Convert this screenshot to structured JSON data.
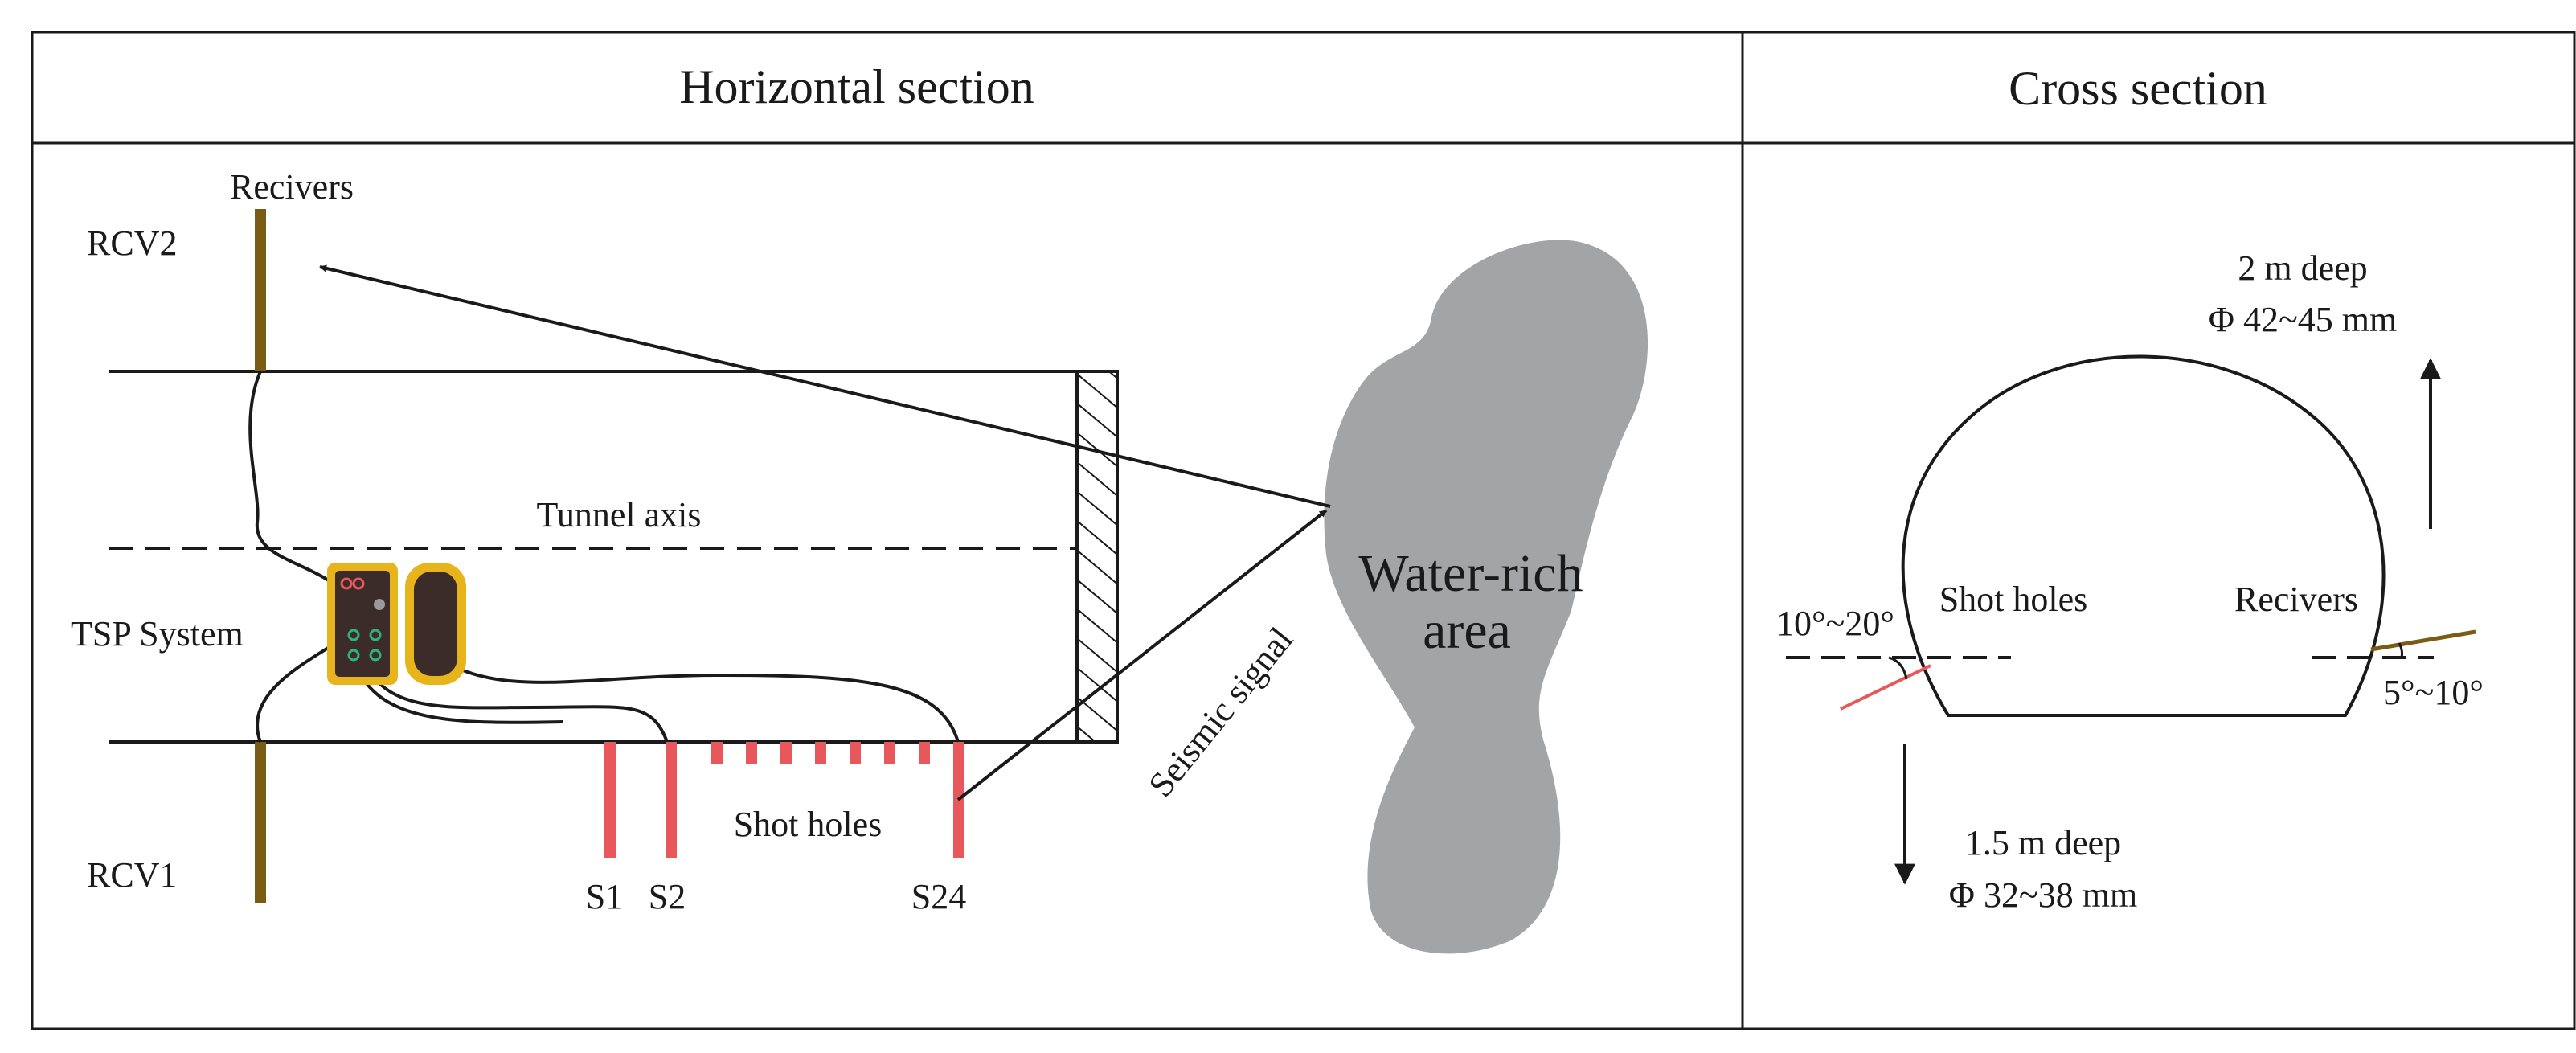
{
  "headers": {
    "horizontal": "Horizontal section",
    "cross": "Cross section"
  },
  "horizontal": {
    "receivers_label": "Recivers",
    "rcv2": "RCV2",
    "rcv1": "RCV1",
    "tunnel_axis": "Tunnel axis",
    "tsp_system": "TSP System",
    "shot_holes": "Shot holes",
    "s1": "S1",
    "s2": "S2",
    "s24": "S24",
    "seismic_signal": "Seismic signal",
    "water_rich_1": "Water-rich",
    "water_rich_2": "area"
  },
  "cross": {
    "up_depth": "2 m deep",
    "up_diameter": "Φ 42~45 mm",
    "shot_holes": "Shot holes",
    "receivers": "Recivers",
    "shot_angle": "10°~20°",
    "receiver_angle": "5°~10°",
    "down_depth": "1.5 m deep",
    "down_diameter": "Φ 32~38 mm"
  },
  "colors": {
    "line": "#1a1a1a",
    "receiver_rod": "#7a5c14",
    "shot_hole": "#e8575c",
    "water_area": "#a3a4a6",
    "tsp_border": "#e8b41c",
    "tsp_body": "#3b2c2a",
    "tsp_led": "#2fb37a"
  }
}
